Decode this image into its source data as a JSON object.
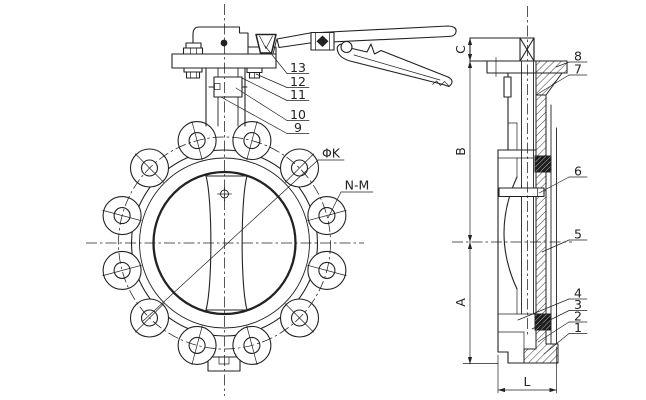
{
  "colors": {
    "ink": "#222222",
    "paper": "#ffffff"
  },
  "front_view": {
    "callouts": {
      "c9": {
        "label": "9"
      },
      "c10": {
        "label": "10"
      },
      "c11": {
        "label": "11"
      },
      "c12": {
        "label": "12"
      },
      "c13": {
        "label": "13"
      }
    },
    "annotations": {
      "bolt_circle": {
        "label": "ΦK"
      },
      "bolt_spec": {
        "label": "N-M"
      }
    }
  },
  "side_view": {
    "callouts": {
      "c1": {
        "label": "1"
      },
      "c2": {
        "label": "2"
      },
      "c3": {
        "label": "3"
      },
      "c4": {
        "label": "4"
      },
      "c5": {
        "label": "5"
      },
      "c6": {
        "label": "6"
      },
      "c7": {
        "label": "7"
      },
      "c8": {
        "label": "8"
      }
    },
    "dimensions": {
      "height_top": {
        "label": "C"
      },
      "height_upper": {
        "label": "B"
      },
      "height_lower": {
        "label": "A"
      },
      "face_to_face": {
        "label": "L"
      }
    }
  }
}
